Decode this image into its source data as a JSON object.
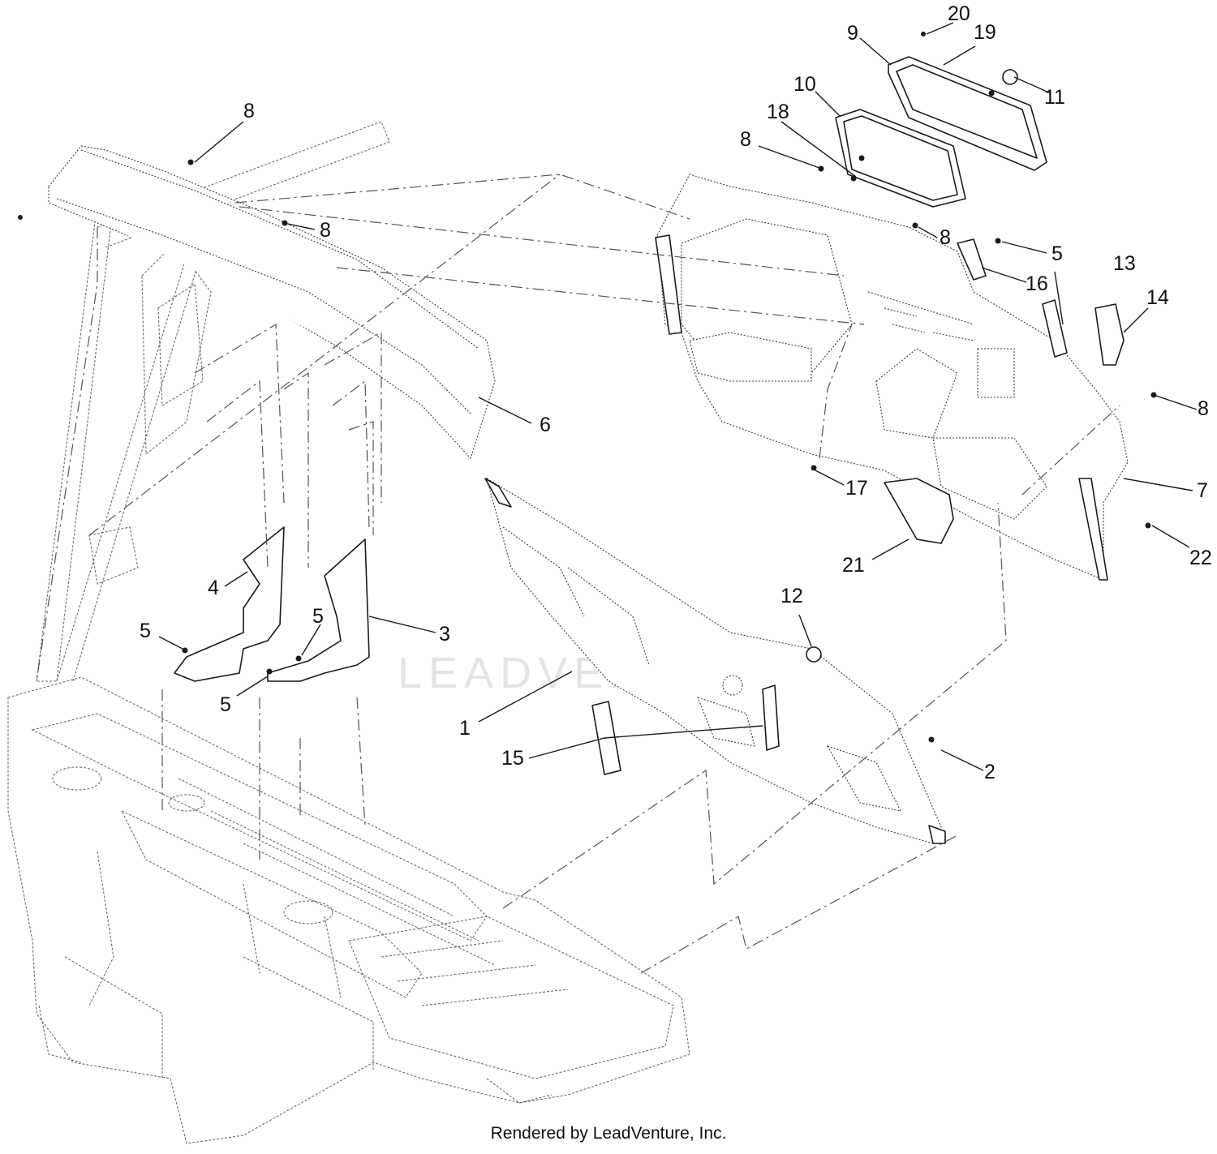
{
  "callouts": {
    "c1": "1",
    "c2": "2",
    "c3": "3",
    "c4": "4",
    "c5a": "5",
    "c5b": "5",
    "c5c": "5",
    "c5d": "5",
    "c6": "6",
    "c7": "7",
    "c8a": "8",
    "c8b": "8",
    "c8c": "8",
    "c8d": "8",
    "c8e": "8",
    "c9": "9",
    "c10": "10",
    "c11": "11",
    "c12": "12",
    "c13": "13",
    "c14": "14",
    "c15": "15",
    "c16": "16",
    "c17": "17",
    "c18": "18",
    "c19": "19",
    "c20": "20",
    "c21": "21",
    "c22": "22"
  },
  "watermark": "LEADVENTURE",
  "footer": "Rendered by LeadVenture, Inc.",
  "colors": {
    "line": "#1a1a1a",
    "phantom": "#555555",
    "watermark": "#d9d9d9"
  }
}
